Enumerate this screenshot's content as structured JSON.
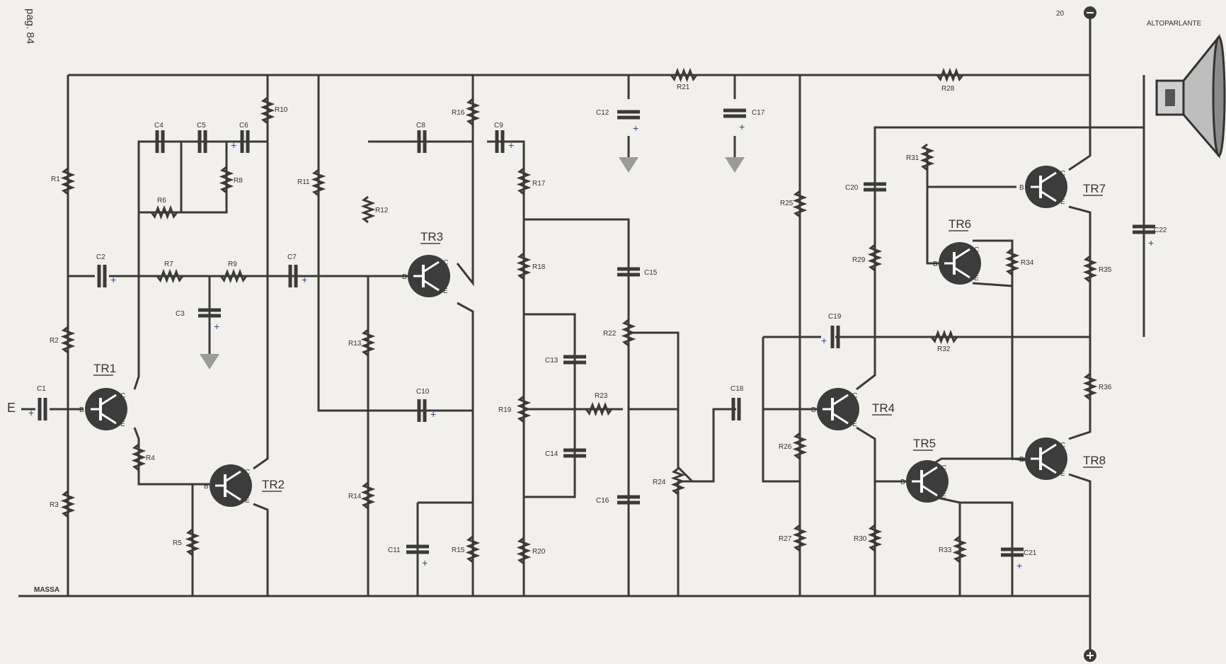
{
  "page_number": "pag. 84",
  "speaker_label": "ALTOPARLANTE",
  "supply_number": "20",
  "ground_label": "MASSA",
  "input_label": "E",
  "colors": {
    "wire": "#3a3a3a",
    "ground_arrow": "#9a9a9a",
    "polarity": "#2a3bd0",
    "paper": "#f1f0ec"
  },
  "transistors": [
    {
      "id": "tr1",
      "label": "TR1"
    },
    {
      "id": "tr2",
      "label": "TR2"
    },
    {
      "id": "tr3",
      "label": "TR3"
    },
    {
      "id": "tr4",
      "label": "TR4"
    },
    {
      "id": "tr5",
      "label": "TR5"
    },
    {
      "id": "tr6",
      "label": "TR6"
    },
    {
      "id": "tr7",
      "label": "TR7"
    },
    {
      "id": "tr8",
      "label": "TR8"
    }
  ],
  "terminal_letters": {
    "b": "B",
    "c": "C",
    "e": "E"
  },
  "resistors": [
    "R1",
    "R2",
    "R3",
    "R4",
    "R5",
    "R6",
    "R7",
    "R8",
    "R9",
    "R10",
    "R11",
    "R12",
    "R13",
    "R14",
    "R15",
    "R16",
    "R17",
    "R18",
    "R19",
    "R20",
    "R21",
    "R22",
    "R23",
    "R24",
    "R25",
    "R26",
    "R27",
    "R28",
    "R29",
    "R30",
    "R31",
    "R32",
    "R33",
    "R34",
    "R35",
    "R36"
  ],
  "capacitors": [
    "C1",
    "C2",
    "C3",
    "C4",
    "C5",
    "C6",
    "C7",
    "C8",
    "C9",
    "C10",
    "C11",
    "C12",
    "C13",
    "C14",
    "C15",
    "C16",
    "C17",
    "C18",
    "C19",
    "C20",
    "C21",
    "C22"
  ]
}
